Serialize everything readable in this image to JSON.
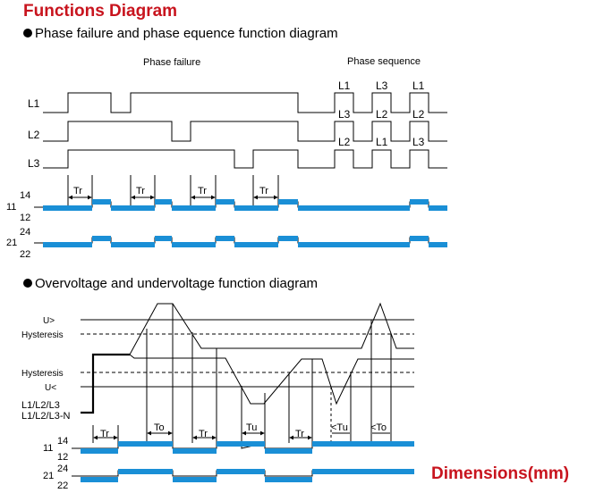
{
  "title": "Functions Diagram",
  "dimensions_heading": "Dimensions(mm)",
  "colors": {
    "heading": "#c8141e",
    "relay_bar": "#1a8fd6",
    "line": "#000000"
  },
  "phase_diagram": {
    "heading": "Phase failure and phase equence function diagram",
    "phase_failure_label": "Phase failure",
    "phase_sequence_label": "Phase sequence",
    "signal_labels": {
      "l1": "L1",
      "l2": "L2",
      "l3": "L3"
    },
    "sequence_top": [
      "L1",
      "L3",
      "L1"
    ],
    "sequence_mid": [
      "L3",
      "L2",
      "L2"
    ],
    "sequence_bottom": [
      "L2",
      "L1",
      "L3"
    ],
    "delay_label": "Tr",
    "relay1": {
      "common": "11",
      "top": "14",
      "bottom": "12"
    },
    "relay2": {
      "common": "21",
      "top": "24",
      "bottom": "22"
    }
  },
  "voltage_diagram": {
    "heading": "Overvoltage and undervoltage function diagram",
    "level_labels": {
      "u_over": "U>",
      "hyst_upper": "Hysteresis",
      "hyst_lower": "Hysteresis",
      "u_under": "U<",
      "supply_1": "L1/L2/L3",
      "supply_2": "L1/L2/L3-N"
    },
    "interval_labels": {
      "tr1": "Tr",
      "to1": "To",
      "tr2": "Tr",
      "tu1": "Tu",
      "tr3": "Tr",
      "tu2": "<Tu",
      "to2": "<To"
    },
    "relay1": {
      "common": "11",
      "top": "14",
      "bottom": "12"
    },
    "relay2": {
      "common": "21",
      "top": "24",
      "bottom": "22"
    }
  }
}
